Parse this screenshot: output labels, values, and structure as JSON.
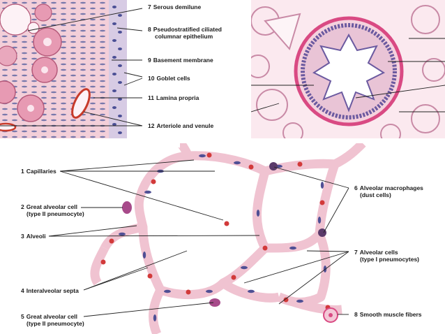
{
  "top_left_labels": [
    {
      "num": "7",
      "text": "Serous demilune"
    },
    {
      "num": "8",
      "text": "Pseudostratified ciliated",
      "text2": "columnar epithelium"
    },
    {
      "num": "9",
      "text": "Basement membrane"
    },
    {
      "num": "10",
      "text": "Goblet cells"
    },
    {
      "num": "11",
      "text": "Lamina propria"
    },
    {
      "num": "12",
      "text": "Arteriole and venule"
    }
  ],
  "bottom_labels": [
    {
      "num": "1",
      "text": "Capillaries"
    },
    {
      "num": "2",
      "text": "Great alveolar cell",
      "text2": "(type II pneumocyte)"
    },
    {
      "num": "3",
      "text": "Alveoli"
    },
    {
      "num": "4",
      "text": "Interalveolar septa"
    },
    {
      "num": "5",
      "text": "Great alveolar cell",
      "text2": "(type II pneumocyte)"
    },
    {
      "num": "6",
      "text": "Alveolar macrophages",
      "text2": "(dust cells)"
    },
    {
      "num": "7",
      "text": "Alveolar cells",
      "text2": "(type I pneumocytes)"
    },
    {
      "num": "8",
      "text": "Smooth muscle fibers"
    }
  ],
  "colors": {
    "tissue_pink": "#f2c9d4",
    "nucleus_purple": "#4f4f94",
    "rbc_red": "#d23a3a",
    "smooth_muscle": "#d94a83"
  }
}
